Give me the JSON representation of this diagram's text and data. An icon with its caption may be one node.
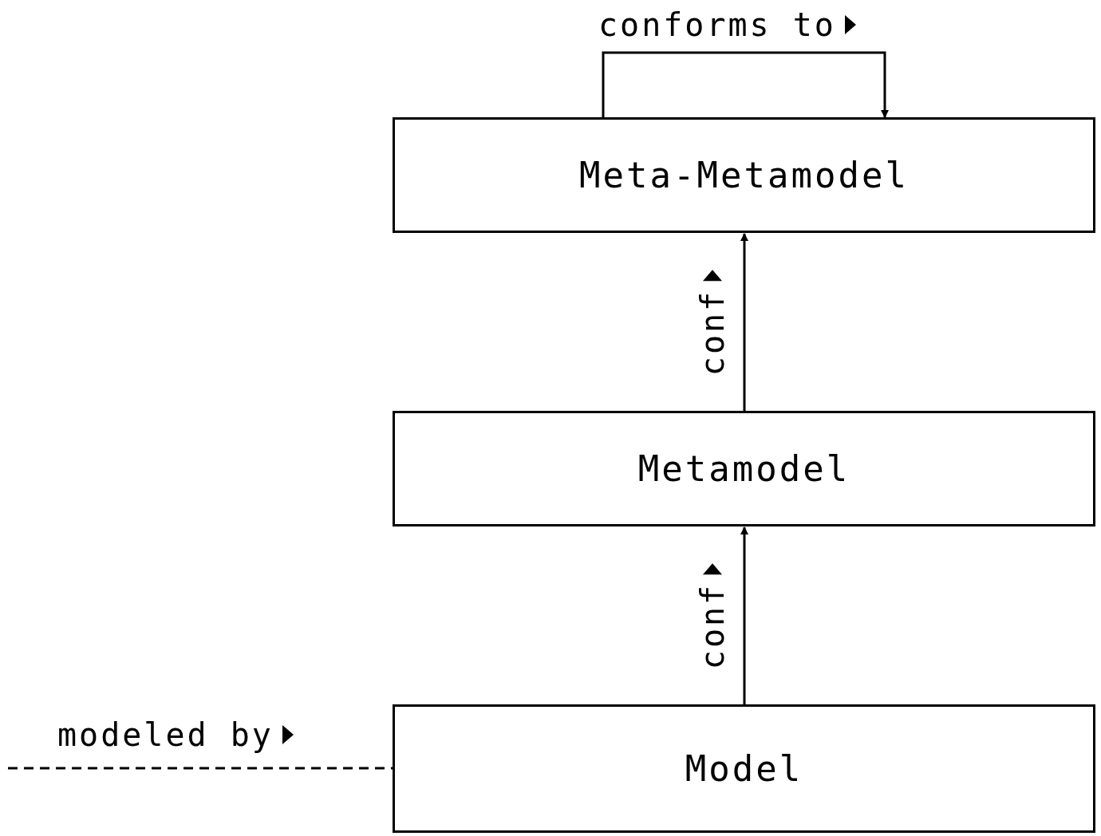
{
  "diagram": {
    "nodes": [
      {
        "text": [
          "Meta-Metamodel"
        ]
      },
      {
        "text": [
          "Metamodel"
        ]
      },
      {
        "text": [
          "Model"
        ]
      }
    ],
    "edges": [
      {
        "from": 0,
        "to": 0,
        "arrow": "to",
        "label": "conforms to"
      },
      {
        "from": 1,
        "to": 0,
        "arrow": "to",
        "label": "conf"
      },
      {
        "from": 2,
        "to": 1,
        "arrow": "to",
        "label": "conf"
      },
      {
        "from": null,
        "to": 2,
        "arrow": "none",
        "label": "modeled by",
        "style": "dashed"
      }
    ]
  }
}
